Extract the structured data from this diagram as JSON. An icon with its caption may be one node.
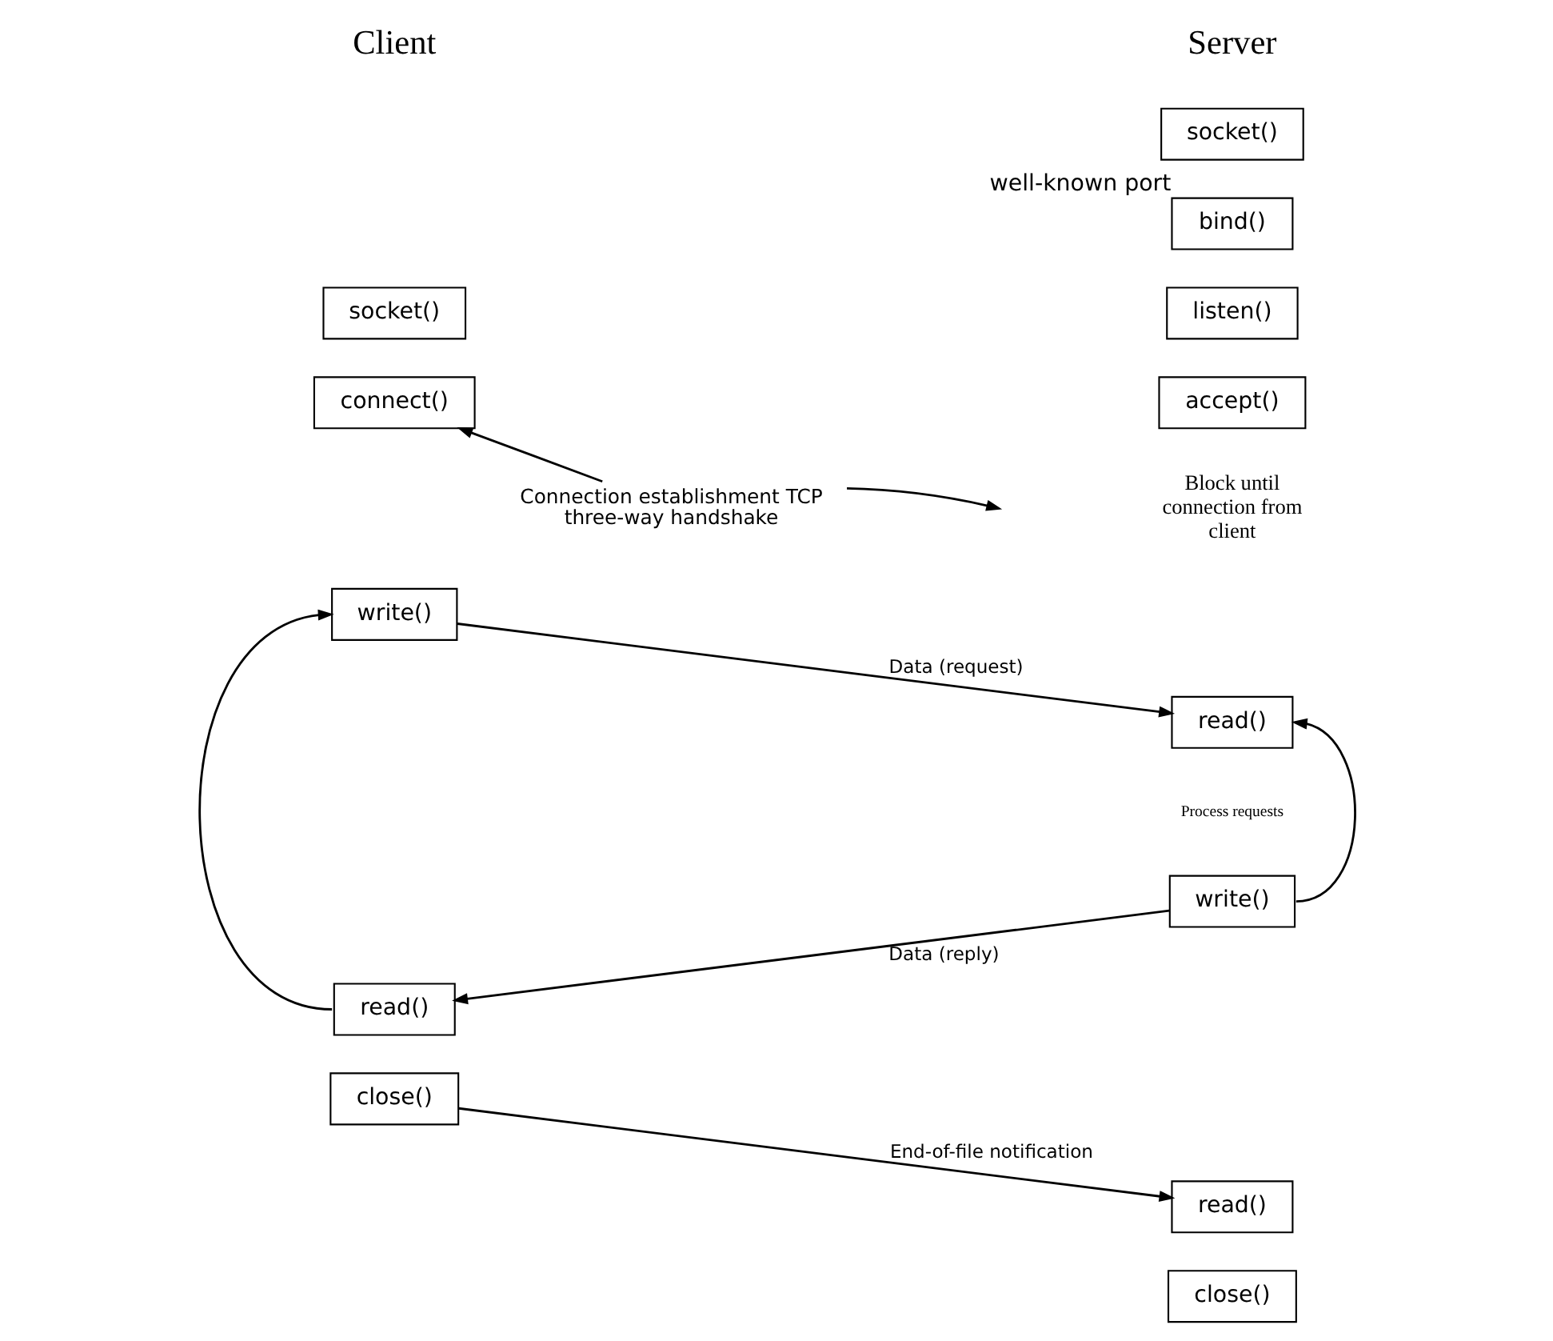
{
  "diagram": {
    "nodes": [
      {
        "text": [
          "socket()"
        ]
      },
      {
        "text": [
          "connect()"
        ]
      },
      {
        "text": [
          "write()"
        ]
      },
      {
        "text": [
          "read()"
        ]
      },
      {
        "text": [
          "close()"
        ]
      },
      {
        "text": [
          "socket()"
        ]
      },
      {
        "text": [
          "bind()"
        ],
        "beside": [
          "well-known port"
        ]
      },
      {
        "text": [
          "listen()"
        ]
      },
      {
        "text": [
          "accept()"
        ]
      },
      {
        "text": [
          "read()"
        ]
      },
      {
        "text": [
          "write()"
        ]
      },
      {
        "text": [
          "read()"
        ]
      },
      {
        "text": [
          "close()"
        ]
      },
      {
        "text": [
          "Connection establishment TCP three-way handshake"
        ]
      }
    ],
    "edges": [
      {
        "from": 13,
        "to": 1,
        "arrow": "to"
      },
      {
        "from": 13,
        "to": null,
        "arrow": "to"
      },
      {
        "from": 2,
        "to": 9,
        "arrow": "to",
        "label": "Data (request)"
      },
      {
        "from": 10,
        "to": 9,
        "arrow": "to"
      },
      {
        "from": 10,
        "to": 3,
        "arrow": "to",
        "label": "Data (reply)"
      },
      {
        "from": 3,
        "to": 2,
        "arrow": "to"
      },
      {
        "from": 4,
        "to": 11,
        "arrow": "to",
        "label": "End-of-file notification"
      }
    ],
    "labels": [
      "Client",
      "Server",
      "Block until connection from client",
      "Process requests"
    ]
  }
}
